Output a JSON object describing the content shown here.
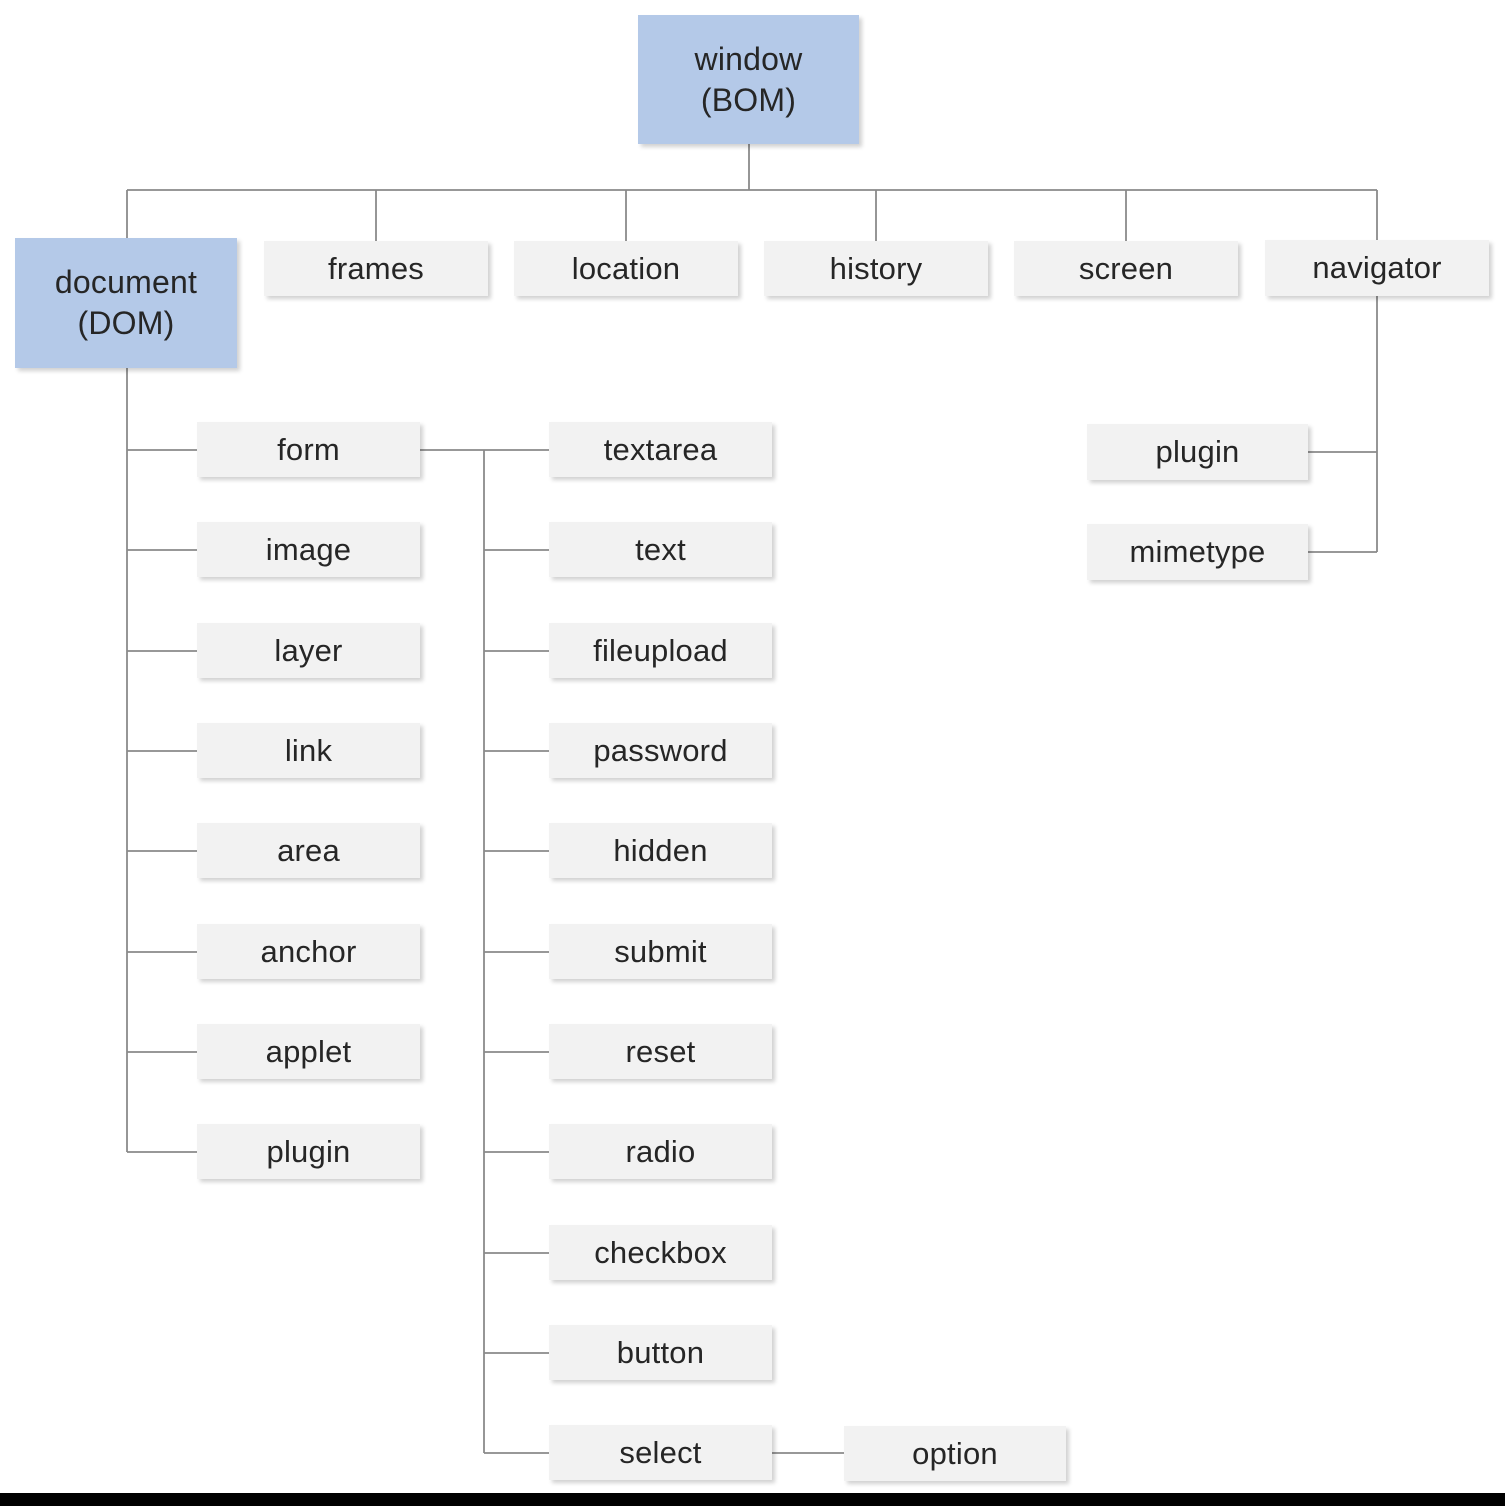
{
  "diagram": {
    "type": "tree",
    "colors": {
      "root_fill": "#b4c9e8",
      "node_fill": "#f2f2f2",
      "line": "#8a8a8a",
      "text": "#262626"
    },
    "nodes": {
      "window": "window\n(BOM)",
      "document": "document\n(DOM)",
      "frames": "frames",
      "location": "location",
      "history": "history",
      "screen": "screen",
      "navigator": "navigator",
      "form": "form",
      "image": "image",
      "layer": "layer",
      "link": "link",
      "area": "area",
      "anchor": "anchor",
      "applet": "applet",
      "plugin_doc": "plugin",
      "textarea": "textarea",
      "text": "text",
      "fileupload": "fileupload",
      "password": "password",
      "hidden": "hidden",
      "submit": "submit",
      "reset": "reset",
      "radio": "radio",
      "checkbox": "checkbox",
      "button": "button",
      "select": "select",
      "option": "option",
      "plugin_nav": "plugin",
      "mimetype": "mimetype"
    },
    "edges": [
      "window->document",
      "window->frames",
      "window->location",
      "window->history",
      "window->screen",
      "window->navigator",
      "document->form",
      "document->image",
      "document->layer",
      "document->link",
      "document->area",
      "document->anchor",
      "document->applet",
      "document->plugin_doc",
      "form->textarea",
      "form->text",
      "form->fileupload",
      "form->password",
      "form->hidden",
      "form->submit",
      "form->reset",
      "form->radio",
      "form->checkbox",
      "form->button",
      "form->select",
      "select->option",
      "navigator->plugin_nav",
      "navigator->mimetype"
    ]
  }
}
